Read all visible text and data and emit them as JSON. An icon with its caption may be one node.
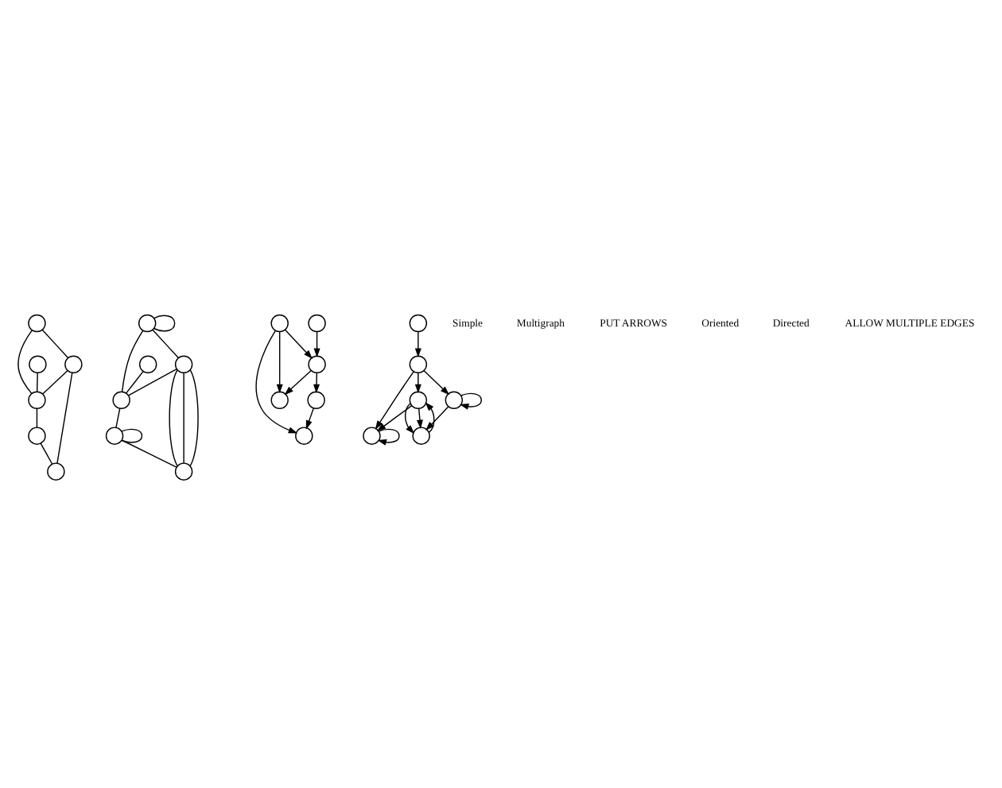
{
  "diagram": {
    "nodes": [
      {
        "text": [],
        "shape": "circle"
      },
      {
        "text": [],
        "shape": "circle"
      },
      {
        "text": [],
        "shape": "circle"
      },
      {
        "text": [],
        "shape": "circle"
      },
      {
        "text": [],
        "shape": "circle"
      },
      {
        "text": [],
        "shape": "circle"
      },
      {
        "text": [],
        "shape": "circle"
      },
      {
        "text": [],
        "shape": "circle"
      },
      {
        "text": [],
        "shape": "circle"
      },
      {
        "text": [],
        "shape": "circle"
      },
      {
        "text": [],
        "shape": "circle"
      },
      {
        "text": [],
        "shape": "circle"
      },
      {
        "text": [],
        "shape": "circle"
      },
      {
        "text": [],
        "shape": "circle"
      },
      {
        "text": [],
        "shape": "circle"
      },
      {
        "text": [],
        "shape": "circle"
      },
      {
        "text": [],
        "shape": "circle"
      },
      {
        "text": [],
        "shape": "circle"
      },
      {
        "text": [],
        "shape": "circle"
      },
      {
        "text": [],
        "shape": "circle"
      },
      {
        "text": [],
        "shape": "circle"
      },
      {
        "text": [],
        "shape": "circle"
      },
      {
        "text": [],
        "shape": "circle"
      },
      {
        "text": [],
        "shape": "circle"
      }
    ],
    "edges": [
      {
        "from": 0,
        "to": 2,
        "arrow": "none"
      },
      {
        "from": 0,
        "to": 3,
        "arrow": "none"
      },
      {
        "from": 1,
        "to": 3,
        "arrow": "none"
      },
      {
        "from": 2,
        "to": 3,
        "arrow": "none"
      },
      {
        "from": 3,
        "to": 4,
        "arrow": "none"
      },
      {
        "from": 2,
        "to": 5,
        "arrow": "none"
      },
      {
        "from": 4,
        "to": 5,
        "arrow": "none"
      },
      {
        "from": 6,
        "to": 6,
        "arrow": "none"
      },
      {
        "from": 6,
        "to": 8,
        "arrow": "none"
      },
      {
        "from": 6,
        "to": 9,
        "arrow": "none"
      },
      {
        "from": 7,
        "to": 9,
        "arrow": "none"
      },
      {
        "from": 8,
        "to": 9,
        "arrow": "none"
      },
      {
        "from": 9,
        "to": 10,
        "arrow": "none"
      },
      {
        "from": 10,
        "to": 10,
        "arrow": "none"
      },
      {
        "from": 8,
        "to": 11,
        "arrow": "none"
      },
      {
        "from": 8,
        "to": 11,
        "arrow": "none"
      },
      {
        "from": 8,
        "to": 11,
        "arrow": "none"
      },
      {
        "from": 10,
        "to": 11,
        "arrow": "none"
      },
      {
        "from": 14,
        "to": 12,
        "arrow": "to"
      },
      {
        "from": 15,
        "to": 12,
        "arrow": "to"
      },
      {
        "from": 13,
        "to": 15,
        "arrow": "to"
      },
      {
        "from": 14,
        "to": 15,
        "arrow": "to"
      },
      {
        "from": 15,
        "to": 16,
        "arrow": "to"
      },
      {
        "from": 14,
        "to": 17,
        "arrow": "to"
      },
      {
        "from": 16,
        "to": 17,
        "arrow": "to"
      },
      {
        "from": 18,
        "to": 18,
        "arrow": "to"
      },
      {
        "from": 20,
        "to": 18,
        "arrow": "to"
      },
      {
        "from": 21,
        "to": 18,
        "arrow": "to"
      },
      {
        "from": 19,
        "to": 21,
        "arrow": "to"
      },
      {
        "from": 21,
        "to": 20,
        "arrow": "to"
      },
      {
        "from": 21,
        "to": 22,
        "arrow": "to"
      },
      {
        "from": 22,
        "to": 22,
        "arrow": "to"
      },
      {
        "from": 22,
        "to": 23,
        "arrow": "to"
      },
      {
        "from": 20,
        "to": 23,
        "arrow": "to"
      },
      {
        "from": 20,
        "to": 23,
        "arrow": "to"
      },
      {
        "from": 23,
        "to": 20,
        "arrow": "to"
      }
    ],
    "labels": [
      "Simple",
      "Multigraph",
      "PUT ARROWS",
      "Oriented",
      "Directed",
      "ALLOW MULTIPLE EDGES"
    ]
  }
}
